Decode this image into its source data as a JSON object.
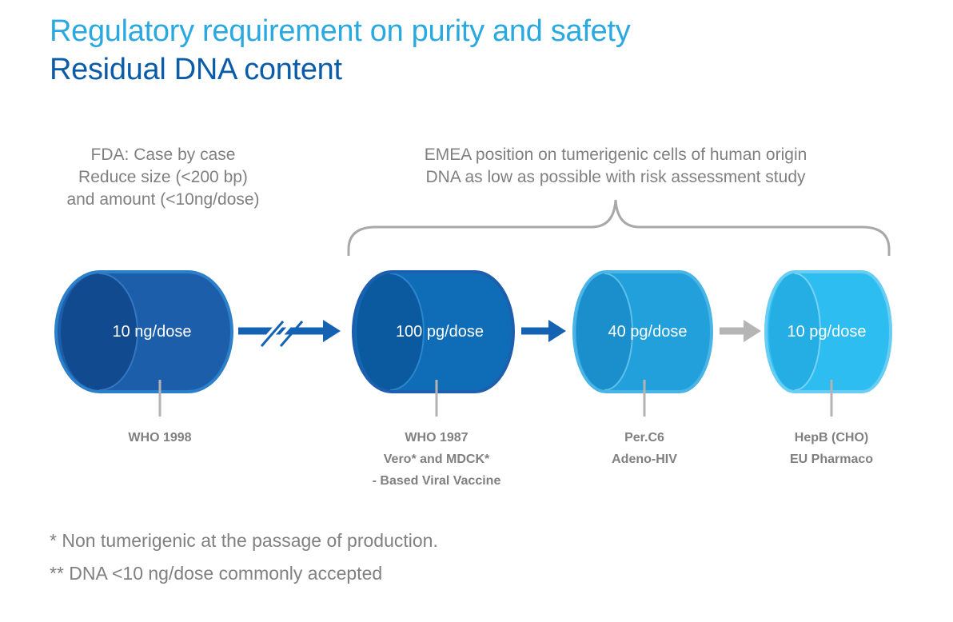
{
  "title_line1": "Regulatory requirement on purity and safety",
  "title_line2": "Residual DNA content",
  "fda_note": [
    "FDA: Case by case",
    "Reduce size (<200 bp)",
    "and amount (<10ng/dose)"
  ],
  "emea_note": [
    "EMEA position on tumerigenic cells of human origin",
    "DNA as low as possible with risk assessment study"
  ],
  "cylinders": [
    {
      "label": "10 ng/dose",
      "color": "#1d5eab",
      "caption": [
        "WHO 1998"
      ]
    },
    {
      "label": "100 pg/dose",
      "color": "#0f6cb6",
      "caption": [
        "WHO 1987",
        "Vero* and MDCK*",
        "- Based Viral Vaccine"
      ]
    },
    {
      "label": "40 pg/dose",
      "color": "#22a0dc",
      "caption": [
        "Per.C6",
        "Adeno-HIV"
      ]
    },
    {
      "label": "10 pg/dose",
      "color": "#2ebdf0",
      "caption": [
        "HepB (CHO)",
        "EU Pharmaco"
      ]
    }
  ],
  "arrow_colors": {
    "blue": "#1463b3",
    "grey": "#b5b5b5"
  },
  "footnotes": [
    "* Non tumerigenic at the passage of production.",
    "** DNA <10 ng/dose commonly accepted"
  ]
}
